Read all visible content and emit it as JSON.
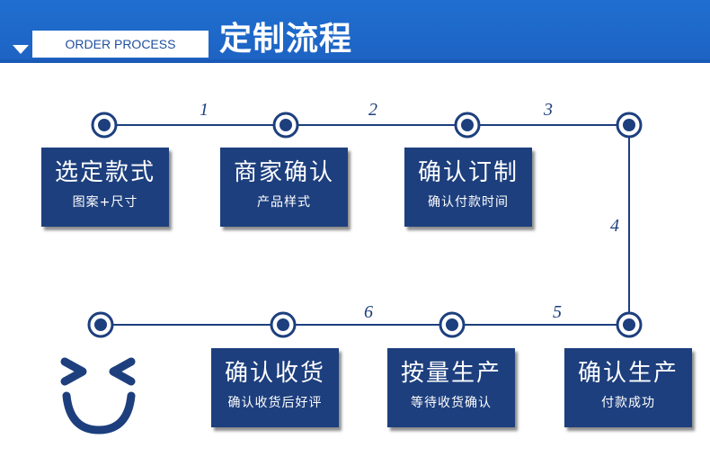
{
  "header": {
    "subtitle": "ORDER PROCESS",
    "title": "定制流程"
  },
  "colors": {
    "accent": "#1d3f7e",
    "header": "#1f6fd0"
  },
  "steps": [
    {
      "title": "选定款式",
      "desc": "图案+尺寸"
    },
    {
      "title": "商家确认",
      "desc": "产品样式"
    },
    {
      "title": "确认订制",
      "desc": "确认付款时间"
    },
    {
      "title": "确认生产",
      "desc": "付款成功"
    },
    {
      "title": "按量生产",
      "desc": "等待收货确认"
    },
    {
      "title": "确认收货",
      "desc": "确认收货后好评"
    }
  ],
  "numbers": [
    "1",
    "2",
    "3",
    "4",
    "5",
    "6"
  ],
  "decor": {
    "icon": "smile-face-icon"
  }
}
